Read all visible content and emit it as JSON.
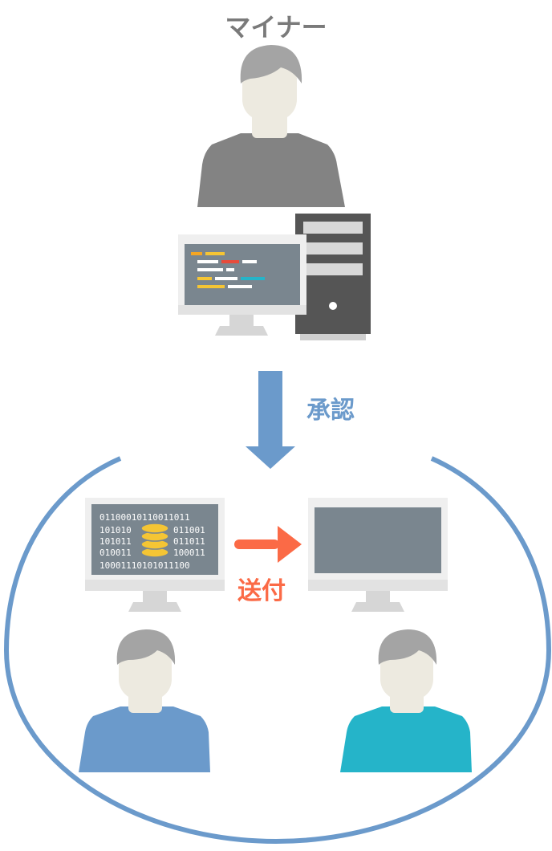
{
  "miner": {
    "title": "マイナー"
  },
  "approve": {
    "label": "承認"
  },
  "send": {
    "label": "送付"
  },
  "binary_screen": {
    "lines": [
      "01100010110011011",
      "101010",
      "011001",
      "101011",
      "011011",
      "010011",
      "100011",
      "10001110101011100"
    ]
  },
  "colors": {
    "miner_title": "#7a7a7a",
    "approve": "#6b9acb",
    "send": "#fb6a46",
    "circle_stroke": "#6b9acb",
    "arrow_down": "#6b9acb",
    "arrow_right": "#fb6a46",
    "miner_shirt": "#838383",
    "user_left_shirt": "#6b9acb",
    "user_right_shirt": "#25b4c9",
    "hair": "#a4a4a4",
    "skin": "#edeae0",
    "coin": "#f5c534"
  }
}
